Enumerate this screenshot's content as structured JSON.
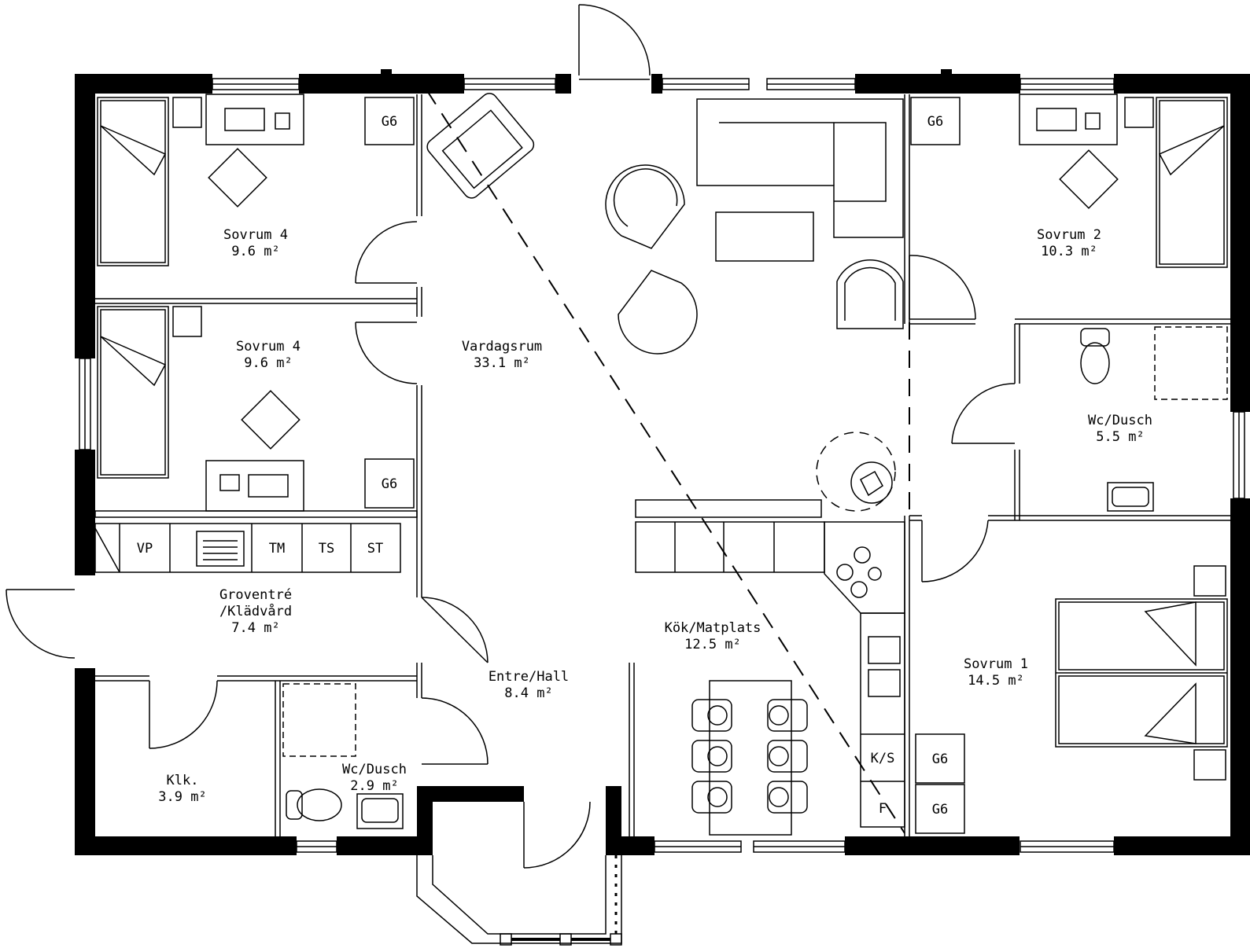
{
  "rooms": {
    "sovrum4a": {
      "name": "Sovrum 4",
      "area": "9.6 m²"
    },
    "sovrum4b": {
      "name": "Sovrum 4",
      "area": "9.6 m²"
    },
    "vardagsrum": {
      "name": "Vardagsrum",
      "area": "33.1 m²"
    },
    "sovrum2": {
      "name": "Sovrum 2",
      "area": "10.3 m²"
    },
    "wcdusch1": {
      "name": "Wc/Dusch",
      "area": "5.5 m²"
    },
    "groventre": {
      "name1": "Groventré",
      "name2": "/Klädvård",
      "area": "7.4 m²"
    },
    "kok": {
      "name": "Kök/Matplats",
      "area": "12.5 m²"
    },
    "entre": {
      "name": "Entre/Hall",
      "area": "8.4 m²"
    },
    "sovrum1": {
      "name": "Sovrum 1",
      "area": "14.5 m²"
    },
    "klk": {
      "name": "Klk.",
      "area": "3.9 m²"
    },
    "wcdusch2": {
      "name": "Wc/Dusch",
      "area": "2.9 m²"
    }
  },
  "appliances": {
    "g6_s4a": "G6",
    "g6_s4b": "G6",
    "g6_s2": "G6",
    "g6_s1a": "G6",
    "g6_s1b": "G6",
    "vp": "VP",
    "tm": "TM",
    "ts": "TS",
    "st": "ST",
    "ks": "K/S",
    "f": "F"
  },
  "colors": {
    "wall": "#000000",
    "line": "#000000",
    "background": "#ffffff"
  }
}
